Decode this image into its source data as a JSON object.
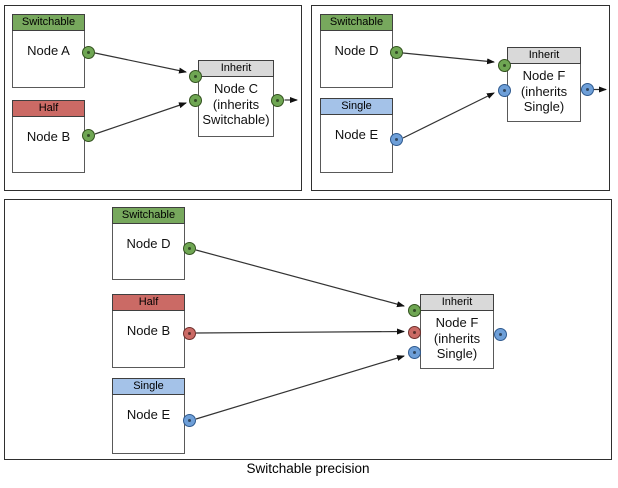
{
  "caption": "Switchable precision",
  "colors": {
    "switchable_green": "#77a85d",
    "half_red": "#cb6a65",
    "single_blue": "#a4c2e8",
    "inherit_gray": "#d9d9d9",
    "port_green": "#6fa653",
    "port_red": "#cb6a65",
    "port_blue": "#6e9fd8",
    "wire": "#333333"
  },
  "panels": [
    {
      "label": "top-left",
      "nodes": [
        {
          "header": "Switchable",
          "title": "Node A"
        },
        {
          "header": "Half",
          "title": "Node B"
        },
        {
          "header": "Inherit",
          "title": "Node C",
          "subtitle": "(inherits Switchable)"
        }
      ],
      "edges": [
        {
          "from": "Node A",
          "to": "Node C"
        },
        {
          "from": "Node B",
          "to": "Node C"
        },
        {
          "from": "Node C",
          "to": "output"
        }
      ]
    },
    {
      "label": "top-right",
      "nodes": [
        {
          "header": "Switchable",
          "title": "Node D"
        },
        {
          "header": "Single",
          "title": "Node E"
        },
        {
          "header": "Inherit",
          "title": "Node F",
          "subtitle": "(inherits Single)"
        }
      ],
      "edges": [
        {
          "from": "Node D",
          "to": "Node F"
        },
        {
          "from": "Node E",
          "to": "Node F"
        },
        {
          "from": "Node F",
          "to": "output"
        }
      ]
    },
    {
      "label": "bottom",
      "nodes": [
        {
          "header": "Switchable",
          "title": "Node D"
        },
        {
          "header": "Half",
          "title": "Node B"
        },
        {
          "header": "Single",
          "title": "Node E"
        },
        {
          "header": "Inherit",
          "title": "Node F",
          "subtitle": "(inherits Single)"
        }
      ],
      "edges": [
        {
          "from": "Node D",
          "to": "Node F"
        },
        {
          "from": "Node B",
          "to": "Node F"
        },
        {
          "from": "Node E",
          "to": "Node F"
        }
      ]
    }
  ]
}
